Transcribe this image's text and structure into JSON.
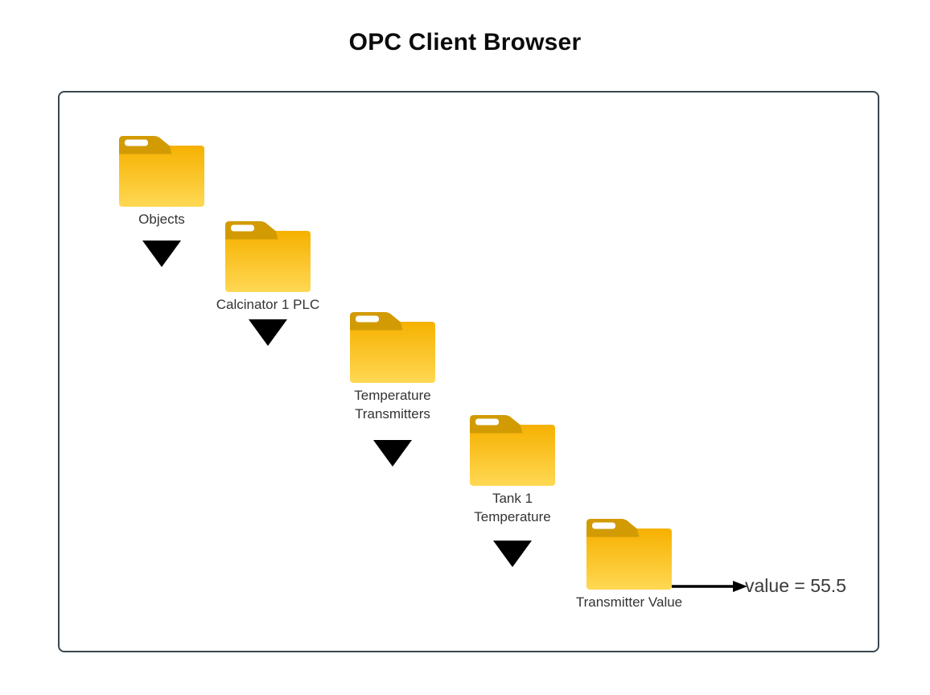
{
  "title": "OPC Client Browser",
  "tree": {
    "nodes": [
      {
        "label": "Objects"
      },
      {
        "label": "Calcinator 1 PLC"
      },
      {
        "label": "Temperature Transmitters"
      },
      {
        "label": "Tank 1 Temperature"
      },
      {
        "label": "Transmitter Value"
      }
    ],
    "value_annotation": "value = 55.5"
  },
  "icons": {
    "folder": "folder-icon",
    "down_arrow": "down-arrow-icon",
    "value_arrow": "right-arrow-icon"
  },
  "colors": {
    "panel_border": "#3A4750",
    "folder_tab": "#D29B04",
    "folder_body_top": "#F6B100",
    "folder_body_bottom": "#FFD854",
    "arrow_black": "#000000",
    "label_text": "#333333",
    "title_text": "#0B0B0B",
    "value_text": "#3A3A3A"
  }
}
